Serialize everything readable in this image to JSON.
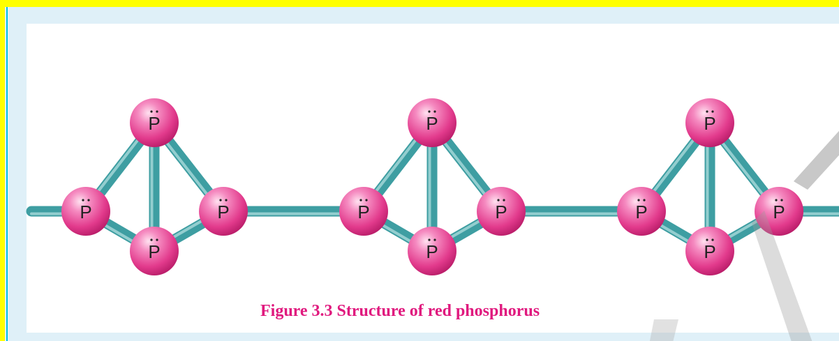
{
  "figure": {
    "caption": "Figure 3.3 Structure of red phosphorus",
    "atom_label": "P",
    "colors": {
      "atom": "#e73a8f",
      "bond": "#3e9ea2",
      "caption": "#e0197e",
      "page_background": "#dff0f8",
      "border": "#ffff00"
    },
    "units": [
      {
        "name": "tetrahedron-1"
      },
      {
        "name": "tetrahedron-2"
      },
      {
        "name": "tetrahedron-3"
      }
    ]
  }
}
